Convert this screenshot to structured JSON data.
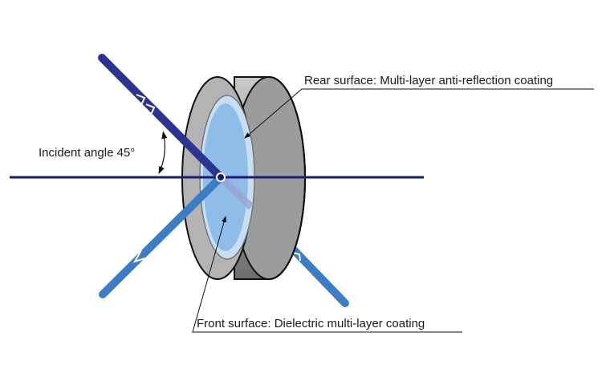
{
  "labels": {
    "rear": "Rear surface: Multi-layer anti-reflection coating",
    "front": "Front surface: Dielectric multi-layer coating",
    "angle": "Incident angle 45°"
  },
  "colors": {
    "incident": "#2b3590",
    "reflected": "#3d7dc6",
    "axis": "#1c1a78",
    "lens_gray": "#a8a8a8",
    "glass": "#8fbde8"
  }
}
